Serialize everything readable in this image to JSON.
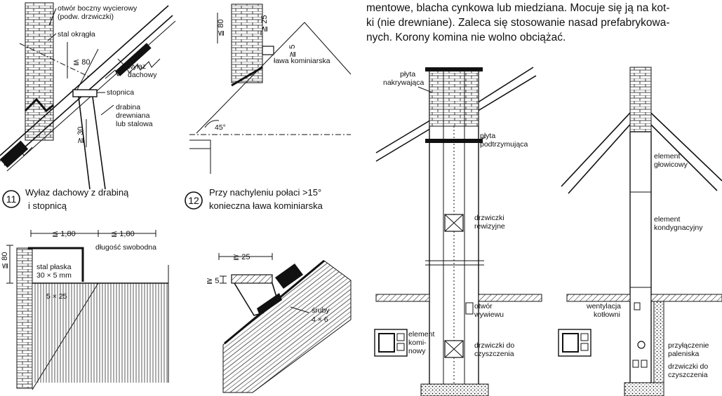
{
  "paragraph": {
    "line1": "mentowe, blacha cynkowa lub miedziana. Mocuje się ją na kot-",
    "line2": "ki (nie drewniane). Zaleca się stosowanie nasad prefabrykowa-",
    "line3": "nych. Korony komina nie wolno obciążać."
  },
  "fig11": {
    "number": "11",
    "caption_line1": "Wyłaz dachowy z drabiną",
    "caption_line2": "i stopnicą",
    "labels": {
      "otwor_line1": "otwór boczny wycierowy",
      "otwor_line2": "(podw. drzwiczki)",
      "stal": "stal okrągła",
      "dim80": "≦ 80",
      "wylaz_line1": "wyłaz",
      "wylaz_line2": "dachowy",
      "stopnica": "stopnica",
      "drabina_line1": "drabina",
      "drabina_line2": "drewniana",
      "drabina_line3": "lub stalowa",
      "dim30": "≧ 30"
    }
  },
  "fig12": {
    "number": "12",
    "caption_line1": "Przy nachyleniu połaci >15°",
    "caption_line2": "konieczna ława kominiarska",
    "labels": {
      "dim80": "≦ 80",
      "dim25": "≧ 25",
      "dim5": "≧ 5",
      "lawa": "ława kominiarska",
      "angle": "45°"
    }
  },
  "fig_bottom_left": {
    "labels": {
      "dim_a": "≦ 1,80",
      "dim_b": "≦ 1,80",
      "dlugosc": "długość swobodna",
      "dim80": "≦ 80",
      "stal_line1": "stal płaska",
      "stal_line2": "30 × 5 mm",
      "size": "5 × 25"
    }
  },
  "fig_bottom_mid": {
    "labels": {
      "dim25": "≧ 25",
      "dim5": "≧ 5",
      "sruby_line1": "śruby",
      "sruby_line2": "4 × 6"
    }
  },
  "fig_chimney": {
    "labels": {
      "plyta_nakr_line1": "płyta",
      "plyta_nakr_line2": "nakrywająca",
      "plyta_podtrz_line1": "płyta",
      "plyta_podtrz_line2": "podtrzymująca",
      "drzwiczki_rew_line1": "drzwiczki",
      "drzwiczki_rew_line2": "rewizyjne",
      "otwor_line1": "otwór",
      "otwor_line2": "wywiewu",
      "element_line1": "element",
      "element_line2": "komi-",
      "element_line3": "nowy",
      "drzwiczki_czysz_line1": "drzwiczki do",
      "drzwiczki_czysz_line2": "czyszczenia"
    }
  },
  "fig_prefab": {
    "labels": {
      "glowicowy_line1": "element",
      "glowicowy_line2": "głowicowy",
      "kondyg_line1": "element",
      "kondyg_line2": "kondygnacyjny",
      "wentylacja_line1": "wentylacja",
      "wentylacja_line2": "kotłowni",
      "przylacz_line1": "przyłączenie",
      "przylacz_line2": "paleniska",
      "drzwiczki_line1": "drzwiczki do",
      "drzwiczki_line2": "czyszczenia"
    }
  }
}
